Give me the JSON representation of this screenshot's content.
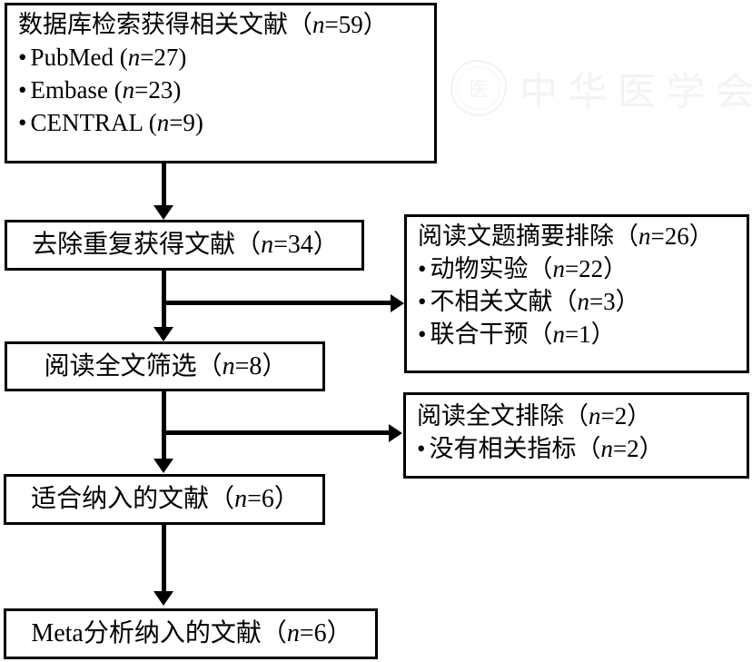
{
  "figure": {
    "type": "prisma-flow-diagram",
    "language": "zh-CN",
    "watermark": {
      "text": "中华医学会",
      "seal_glyph": "医",
      "color": "#f3f3f3"
    },
    "colors": {
      "stroke": "#000000",
      "background": "#ffffff",
      "watermark": "#f3f3f3"
    }
  },
  "boxes": {
    "identification": {
      "title_prefix": "数据库检索获得相关文献（",
      "title_n": "n",
      "title_suffix": "=59）",
      "items": [
        {
          "bullet": "•",
          "label": "PubMed (",
          "n": "n",
          "value": "=27)"
        },
        {
          "bullet": "•",
          "label": "Embase (",
          "n": "n",
          "value": "=23)"
        },
        {
          "bullet": "•",
          "label": "CENTRAL (",
          "n": "n",
          "value": "=9)"
        }
      ]
    },
    "deduplicated": {
      "prefix": "去除重复获得文献（",
      "n": "n",
      "suffix": "=34）"
    },
    "excluded_titles": {
      "title_prefix": "阅读文题摘要排除（",
      "title_n": "n",
      "title_suffix": "=26）",
      "items": [
        {
          "bullet": "•",
          "label": "动物实验（",
          "n": "n",
          "value": "=22）"
        },
        {
          "bullet": "•",
          "label": "不相关文献（",
          "n": "n",
          "value": "=3）"
        },
        {
          "bullet": "•",
          "label": "联合干预（",
          "n": "n",
          "value": "=1）"
        }
      ]
    },
    "fulltext_screened": {
      "prefix": "阅读全文筛选（",
      "n": "n",
      "suffix": "=8）"
    },
    "excluded_fulltext": {
      "title_prefix": "阅读全文排除（",
      "title_n": "n",
      "title_suffix": "=2）",
      "items": [
        {
          "bullet": "•",
          "label": "没有相关指标（",
          "n": "n",
          "value": "=2）"
        }
      ]
    },
    "eligible": {
      "prefix": "适合纳入的文献（",
      "n": "n",
      "suffix": "=6）"
    },
    "included_meta": {
      "prefix": "Meta分析纳入的文献（",
      "n": "n",
      "suffix": "=6）"
    }
  }
}
